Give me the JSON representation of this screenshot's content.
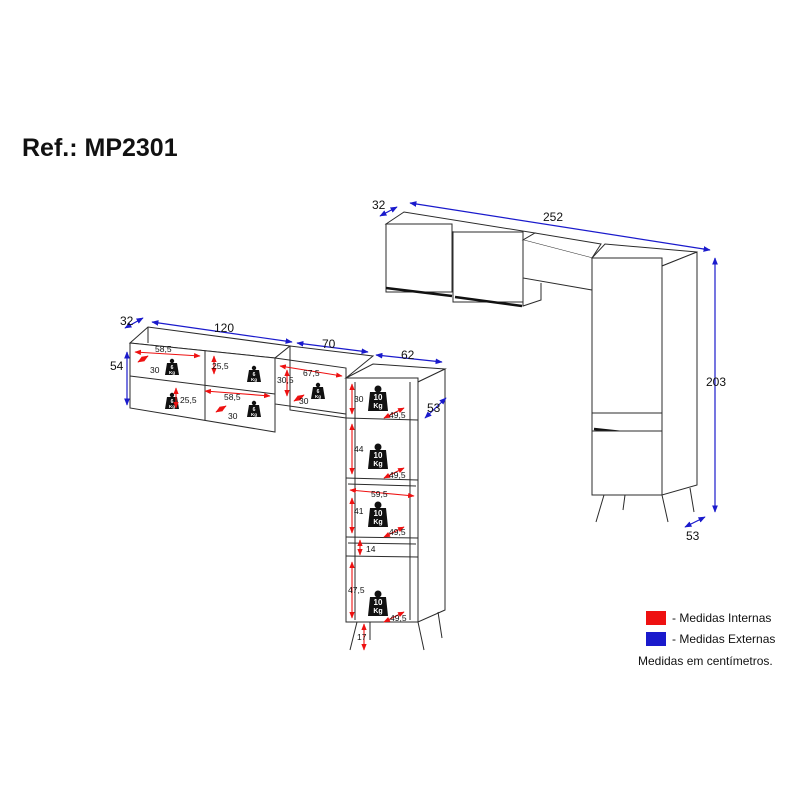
{
  "header": {
    "reference": "Ref.: MP2301"
  },
  "colors": {
    "internal": "#ee1111",
    "external": "#1a1acc",
    "outline": "#2b2b2b"
  },
  "legend": {
    "internal_label": "- Medidas Internas",
    "external_label": "- Medidas Externas",
    "units_note": "Medidas em centímetros."
  },
  "external_dims": {
    "top_depth": "32",
    "top_width": "252",
    "height_total": "203",
    "tower_depth": "53",
    "left_depth": "32",
    "left_width": "120",
    "mid_width": "70",
    "col_width": "62",
    "left_height": "54",
    "col_depth": "53"
  },
  "internal_dims": {
    "left_w1": "58,5",
    "left_h1": "25,5",
    "left_d1": "30",
    "left_w2": "58,5",
    "left_h2": "25,5",
    "left_d2": "30",
    "mid_w": "67,5",
    "mid_h": "30,5",
    "mid_d": "30",
    "col_h1": "30",
    "col_d1": "49,5",
    "col_h2": "44",
    "col_d2": "49,5",
    "col_w": "59,5",
    "col_h3": "41",
    "col_d3": "49,5",
    "col_h4": "14",
    "col_h5": "47,5",
    "col_d5": "49,5",
    "leg_h": "17"
  },
  "weights": {
    "unit": "Kg",
    "small": "6",
    "large": "10"
  }
}
